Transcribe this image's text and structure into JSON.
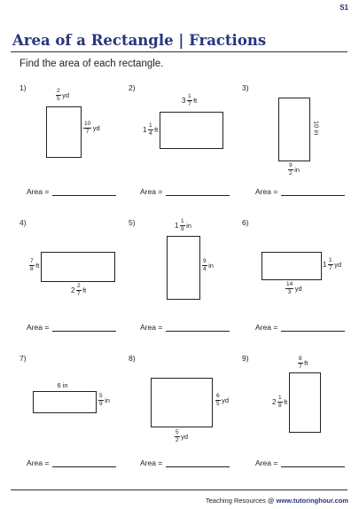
{
  "sheet_code": "S1",
  "title": "Area of a Rectangle | Fractions",
  "instructions": "Find the area of each rectangle.",
  "answer_label": "Area =",
  "problems": [
    {
      "number": "1)",
      "top": {
        "num": "2",
        "den": "5",
        "unit": "yd"
      },
      "side": {
        "num": "10",
        "den": "7",
        "unit": "yd"
      }
    },
    {
      "number": "2)",
      "top": {
        "whole": "3",
        "num": "1",
        "den": "7",
        "unit": "ft"
      },
      "side": {
        "whole": "1",
        "num": "1",
        "den": "4",
        "unit": "ft"
      }
    },
    {
      "number": "3)",
      "side": {
        "text": "10 in"
      },
      "bottom": {
        "num": "9",
        "den": "2",
        "unit": "in"
      }
    },
    {
      "number": "4)",
      "side": {
        "num": "7",
        "den": "8",
        "unit": "ft"
      },
      "bottom": {
        "whole": "2",
        "num": "2",
        "den": "7",
        "unit": "ft"
      }
    },
    {
      "number": "5)",
      "top": {
        "whole": "1",
        "num": "1",
        "den": "9",
        "unit": "in"
      },
      "side": {
        "num": "9",
        "den": "4",
        "unit": "in"
      }
    },
    {
      "number": "6)",
      "side": {
        "whole": "1",
        "num": "1",
        "den": "7",
        "unit": "yd"
      },
      "bottom": {
        "num": "14",
        "den": "3",
        "unit": "yd"
      }
    },
    {
      "number": "7)",
      "top": {
        "text": "6 in"
      },
      "side": {
        "num": "5",
        "den": "9",
        "unit": "in"
      }
    },
    {
      "number": "8)",
      "side": {
        "num": "6",
        "den": "5",
        "unit": "yd"
      },
      "bottom": {
        "num": "5",
        "den": "2",
        "unit": "yd"
      }
    },
    {
      "number": "9)",
      "top": {
        "num": "8",
        "den": "7",
        "unit": "ft"
      },
      "side": {
        "whole": "2",
        "num": "1",
        "den": "8",
        "unit": "ft"
      }
    }
  ],
  "footer": {
    "prefix": "Teaching Resources @ ",
    "site": "www.tutoringhour.com"
  }
}
